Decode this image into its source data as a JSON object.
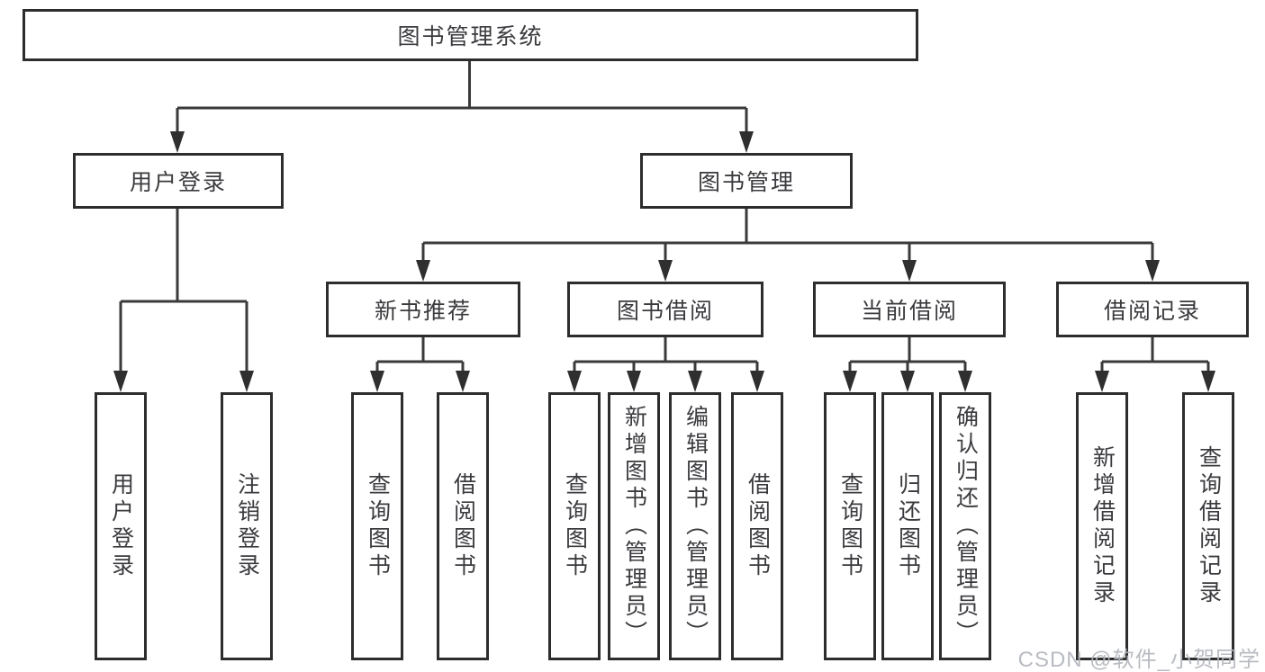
{
  "watermark": {
    "text": "CSDN @软件_小贺同学",
    "color": "#b2b6bc"
  },
  "colors": {
    "line": "#3a3a3a",
    "arrow_fill": "#2f2f2f",
    "box_border": "#2d2d2d",
    "box_fill": "#ffffff",
    "text": "#3b3b3f",
    "background": "#ffffff"
  },
  "tree": {
    "root": {
      "label": "图书管理系统"
    },
    "branches": [
      {
        "label": "用户登录",
        "leaves": [
          {
            "label": "用户登录"
          },
          {
            "label": "注销登录"
          }
        ]
      },
      {
        "label": "图书管理",
        "groups": [
          {
            "label": "新书推荐",
            "leaves": [
              {
                "label": "查询图书"
              },
              {
                "label": "借阅图书"
              }
            ]
          },
          {
            "label": "图书借阅",
            "leaves": [
              {
                "label": "查询图书"
              },
              {
                "label": "新增图书（管理员）"
              },
              {
                "label": "编辑图书（管理员）"
              },
              {
                "label": "借阅图书"
              }
            ]
          },
          {
            "label": "当前借阅",
            "leaves": [
              {
                "label": "查询图书"
              },
              {
                "label": "归还图书"
              },
              {
                "label": "确认归还（管理员）"
              }
            ]
          },
          {
            "label": "借阅记录",
            "leaves": [
              {
                "label": "新增借阅记录"
              },
              {
                "label": "查询借阅记录"
              }
            ]
          }
        ]
      }
    ]
  }
}
